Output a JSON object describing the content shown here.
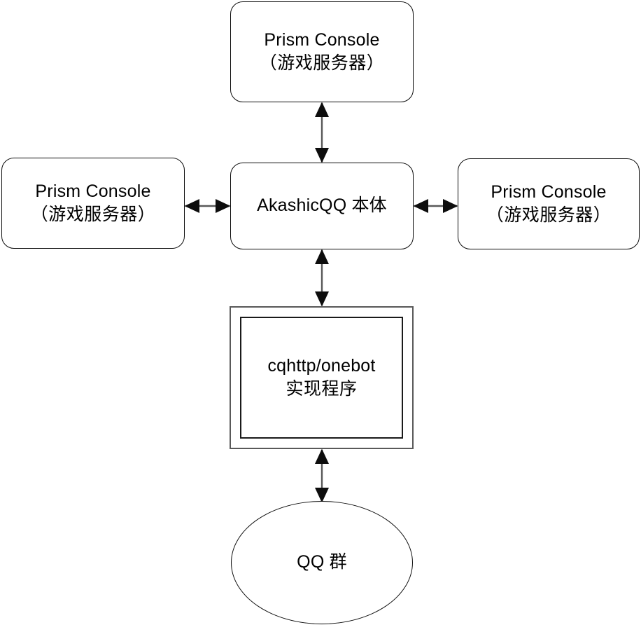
{
  "diagram": {
    "type": "architecture-flowchart",
    "background_color": "#ffffff",
    "stroke_color": "#0d0d0d",
    "connector_color": "#595959",
    "nodes": {
      "prism_top": {
        "shape": "rounded-rectangle",
        "line1": "Prism Console",
        "line2": "（游戏服务器）"
      },
      "prism_left": {
        "shape": "rounded-rectangle",
        "line1": "Prism Console",
        "line2": "（游戏服务器）"
      },
      "akashicqq": {
        "shape": "rounded-rectangle",
        "line1": "AkashicQQ 本体"
      },
      "prism_right": {
        "shape": "rounded-rectangle",
        "line1": "Prism Console",
        "line2": "（游戏服务器）"
      },
      "cqhttp": {
        "shape": "double-rectangle",
        "line1": "cqhttp/onebot",
        "line2": "实现程序"
      },
      "qq_group": {
        "shape": "ellipse",
        "line1": "QQ 群"
      }
    },
    "connectors": [
      {
        "name": "akashicqq-to-prism-top",
        "from": "akashicqq",
        "to": "prism_top",
        "direction": "bidirectional",
        "orientation": "vertical"
      },
      {
        "name": "prism-left-to-akashicqq",
        "from": "prism_left",
        "to": "akashicqq",
        "direction": "bidirectional",
        "orientation": "horizontal"
      },
      {
        "name": "akashicqq-to-prism-right",
        "from": "akashicqq",
        "to": "prism_right",
        "direction": "bidirectional",
        "orientation": "horizontal"
      },
      {
        "name": "akashicqq-to-cqhttp",
        "from": "akashicqq",
        "to": "cqhttp",
        "direction": "bidirectional",
        "orientation": "vertical"
      },
      {
        "name": "cqhttp-to-qq-group",
        "from": "cqhttp",
        "to": "qq_group",
        "direction": "bidirectional",
        "orientation": "vertical"
      }
    ]
  }
}
